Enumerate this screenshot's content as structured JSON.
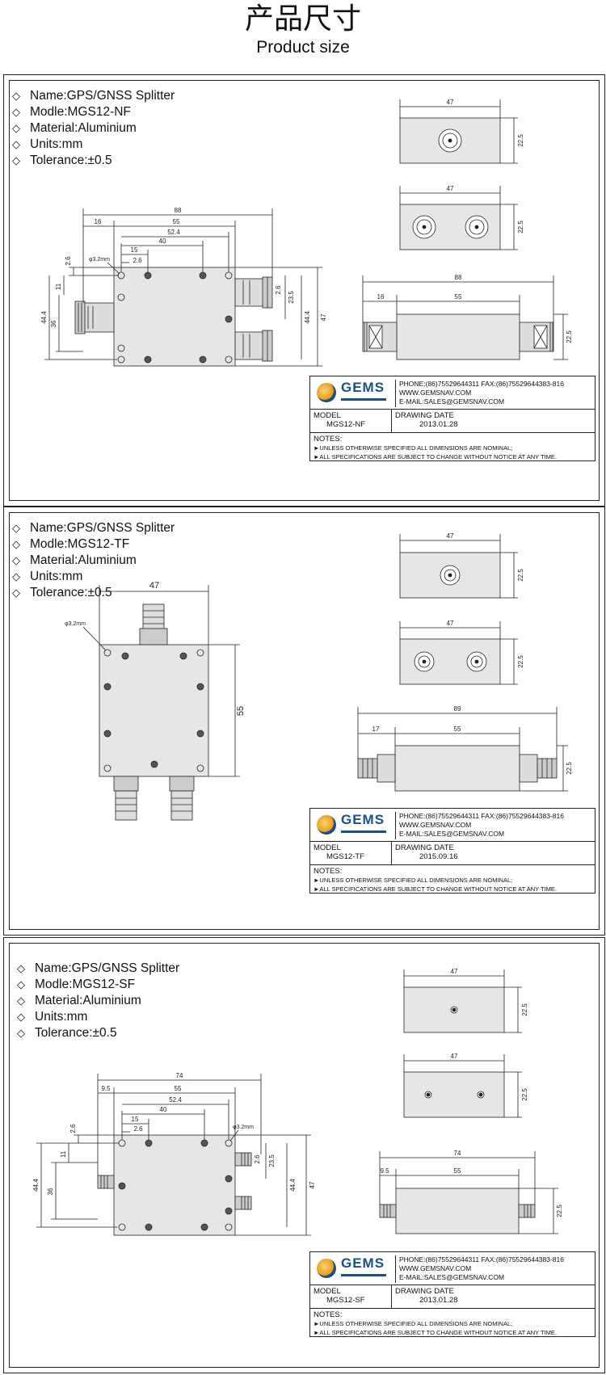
{
  "header": {
    "title_cn": "产品尺寸",
    "title_en": "Product size"
  },
  "sheets": [
    {
      "spec": {
        "name": "Name:GPS/GNSS Splitter",
        "model": "Modle:MGS12-NF",
        "material": "Material:Aluminium",
        "units": "Units:mm",
        "tolerance": "Tolerance:±0.5"
      },
      "dims": {
        "top_w": "47",
        "top_h": "22.5",
        "mid_w": "47",
        "mid_h": "22.5",
        "main_total": "88",
        "main_16": "16",
        "main_55": "55",
        "main_524": "52.4",
        "main_40": "40",
        "main_15": "15",
        "main_26a": "2.6",
        "main_26b": "2.6",
        "main_hole": "φ3.2mm",
        "main_11": "11",
        "main_36": "36",
        "main_444": "44.4",
        "main_26c": "2.6",
        "main_235": "23.5",
        "main_444r": "44.4",
        "main_47": "47",
        "side_total": "88",
        "side_16": "16",
        "side_55": "55",
        "side_h": "22.5"
      },
      "title_block": {
        "brand": "GEMS",
        "phone": "PHONE:(86)75529644311  FAX:(86)75529644383-816",
        "web": "WWW.GEMSNAV.COM",
        "email": "E-MAIL:SALES@GEMSNAV.COM",
        "model_label": "MODEL",
        "model_value": "MGS12-NF",
        "date_label": "DRAWING DATE",
        "date_value": "2013.01.28",
        "notes_label": "NOTES:",
        "note1": "►UNLESS OTHERWISE SPECIFIED ALL DIMENSIONS ARE NOMINAL;",
        "note2": "►ALL SPECIFICATIONS ARE SUBJECT TO CHANGE WITHOUT NOTICE AT ANY TIME."
      }
    },
    {
      "spec": {
        "name": "Name:GPS/GNSS Splitter",
        "model": "Modle:MGS12-TF",
        "material": "Material:Aluminium",
        "units": "Units:mm",
        "tolerance": "Tolerance:±0.5"
      },
      "dims": {
        "top_w": "47",
        "top_h": "22.5",
        "mid_w": "47",
        "mid_h": "22.5",
        "main_w": "47",
        "main_h": "55",
        "main_hole": "φ3.2mm",
        "side_total": "89",
        "side_17": "17",
        "side_55": "55",
        "side_h": "22.5"
      },
      "title_block": {
        "brand": "GEMS",
        "phone": "PHONE:(86)75529644311  FAX:(86)75529644383-816",
        "web": "WWW.GEMSNAV.COM",
        "email": "E-MAIL:SALES@GEMSNAV.COM",
        "model_label": "MODEL",
        "model_value": "MGS12-TF",
        "date_label": "DRAWING DATE",
        "date_value": "2015.09.16",
        "notes_label": "NOTES:",
        "note1": "►UNLESS OTHERWISE SPECIFIED ALL DIMENSIONS ARE NOMINAL;",
        "note2": "►ALL SPECIFICATIONS ARE SUBJECT TO CHANGE WITHOUT NOTICE AT ANY TIME."
      }
    },
    {
      "spec": {
        "name": "Name:GPS/GNSS Splitter",
        "model": "Modle:MGS12-SF",
        "material": "Material:Aluminium",
        "units": "Units:mm",
        "tolerance": "Tolerance:±0.5"
      },
      "dims": {
        "top_w": "47",
        "top_h": "22.5",
        "mid_w": "47",
        "mid_h": "22.5",
        "main_total": "74",
        "main_95": "9.5",
        "main_55": "55",
        "main_524": "52.4",
        "main_40": "40",
        "main_15": "15",
        "main_26a": "2.6",
        "main_26b": "2.6",
        "main_hole": "φ3.2mm",
        "main_11": "11",
        "main_36": "36",
        "main_444": "44.4",
        "main_26c": "2.6",
        "main_235": "23.5",
        "main_444r": "44.4",
        "main_47": "47",
        "side_total": "74",
        "side_95": "9.5",
        "side_55": "55",
        "side_h": "22.5"
      },
      "title_block": {
        "brand": "GEMS",
        "phone": "PHONE:(86)75529644311  FAX:(86)75529644383-816",
        "web": "WWW.GEMSNAV.COM",
        "email": "E-MAIL:SALES@GEMSNAV.COM",
        "model_label": "MODEL",
        "model_value": "MGS12-SF",
        "date_label": "DRAWING DATE",
        "date_value": "2013.01.28",
        "notes_label": "NOTES:",
        "note1": "►UNLESS OTHERWISE SPECIFIED ALL DIMENSIONS ARE NOMINAL;",
        "note2": "►ALL SPECIFICATIONS ARE SUBJECT TO CHANGE WITHOUT NOTICE AT ANY TIME."
      }
    }
  ]
}
